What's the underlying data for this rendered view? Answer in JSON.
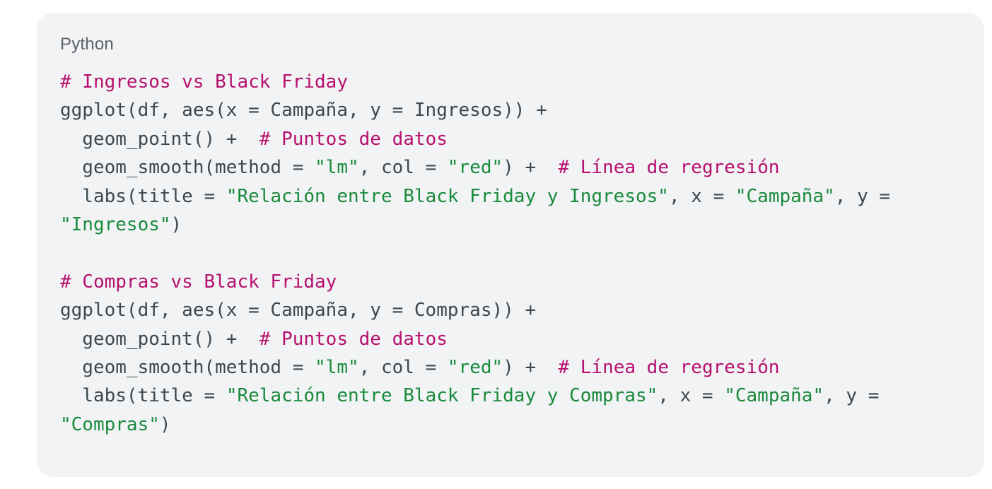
{
  "card": {
    "language_label": "Python",
    "colors": {
      "card_bg": "#F1F3F4",
      "label": "#5F6368",
      "code": "#3C4750",
      "comment": "#B7106E",
      "string": "#1A8A3C"
    }
  },
  "code": {
    "lines": [
      [
        {
          "t": "# Ingresos vs Black Friday",
          "c": "comment"
        }
      ],
      [
        {
          "t": "ggplot(df, aes(x = Campaña, y = Ingresos)) +",
          "c": "code"
        }
      ],
      [
        {
          "t": "  geom_point() +  ",
          "c": "code"
        },
        {
          "t": "# Puntos de datos",
          "c": "comment"
        }
      ],
      [
        {
          "t": "  geom_smooth(method = ",
          "c": "code"
        },
        {
          "t": "\"lm\"",
          "c": "string"
        },
        {
          "t": ", col = ",
          "c": "code"
        },
        {
          "t": "\"red\"",
          "c": "string"
        },
        {
          "t": ") +  ",
          "c": "code"
        },
        {
          "t": "# Línea de regresión",
          "c": "comment"
        }
      ],
      [
        {
          "t": "  labs(title = ",
          "c": "code"
        },
        {
          "t": "\"Relación entre Black Friday y Ingresos\"",
          "c": "string"
        },
        {
          "t": ", x = ",
          "c": "code"
        },
        {
          "t": "\"Campaña\"",
          "c": "string"
        },
        {
          "t": ", y =",
          "c": "code"
        }
      ],
      [
        {
          "t": "\"Ingresos\"",
          "c": "string"
        },
        {
          "t": ")",
          "c": "code"
        }
      ],
      [],
      [
        {
          "t": "# Compras vs Black Friday",
          "c": "comment"
        }
      ],
      [
        {
          "t": "ggplot(df, aes(x = Campaña, y = Compras)) +",
          "c": "code"
        }
      ],
      [
        {
          "t": "  geom_point() +  ",
          "c": "code"
        },
        {
          "t": "# Puntos de datos",
          "c": "comment"
        }
      ],
      [
        {
          "t": "  geom_smooth(method = ",
          "c": "code"
        },
        {
          "t": "\"lm\"",
          "c": "string"
        },
        {
          "t": ", col = ",
          "c": "code"
        },
        {
          "t": "\"red\"",
          "c": "string"
        },
        {
          "t": ") +  ",
          "c": "code"
        },
        {
          "t": "# Línea de regresión",
          "c": "comment"
        }
      ],
      [
        {
          "t": "  labs(title = ",
          "c": "code"
        },
        {
          "t": "\"Relación entre Black Friday y Compras\"",
          "c": "string"
        },
        {
          "t": ", x = ",
          "c": "code"
        },
        {
          "t": "\"Campaña\"",
          "c": "string"
        },
        {
          "t": ", y =",
          "c": "code"
        }
      ],
      [
        {
          "t": "\"Compras\"",
          "c": "string"
        },
        {
          "t": ")",
          "c": "code"
        }
      ]
    ]
  }
}
